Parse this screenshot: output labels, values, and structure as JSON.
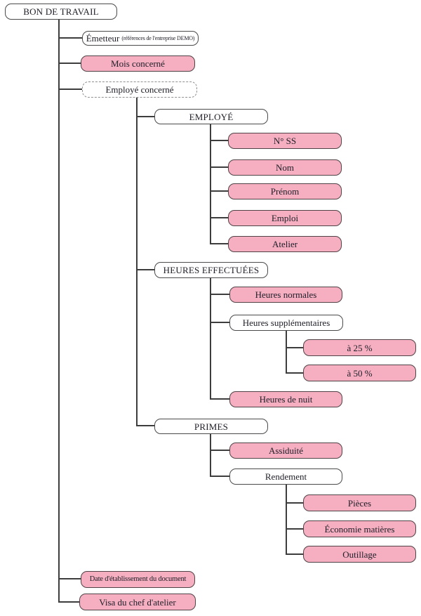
{
  "diagram": {
    "type": "tree",
    "colors": {
      "pink_fill": "#f6aec1",
      "box_border": "#4a4a4a",
      "line": "#3d3d3d"
    },
    "nodes": {
      "root": {
        "label": "BON DE TRAVAIL"
      },
      "emetteur": {
        "label": "Émetteur",
        "note": "(références de l'entreprise DEMO)"
      },
      "mois": {
        "label": "Mois concerné"
      },
      "employe_concerne": {
        "label": "Employé concerné"
      },
      "employe": {
        "label": "EMPLOYÉ"
      },
      "nss": {
        "label": "N° SS"
      },
      "nom": {
        "label": "Nom"
      },
      "prenom": {
        "label": "Prénom"
      },
      "emploi": {
        "label": "Emploi"
      },
      "atelier": {
        "label": "Atelier"
      },
      "heures_effectuees": {
        "label": "HEURES EFFECTUÉES"
      },
      "heures_normales": {
        "label": "Heures normales"
      },
      "heures_supplementaires": {
        "label": "Heures supplémentaires"
      },
      "taux_25": {
        "label": "à 25 %"
      },
      "taux_50": {
        "label": "à 50 %"
      },
      "heures_nuit": {
        "label": "Heures de nuit"
      },
      "primes": {
        "label": "PRIMES"
      },
      "assiduite": {
        "label": "Assiduité"
      },
      "rendement": {
        "label": "Rendement"
      },
      "pieces": {
        "label": "Pièces"
      },
      "economie_matieres": {
        "label": "Économie matières"
      },
      "outillage": {
        "label": "Outillage"
      },
      "date_etablissement": {
        "label": "Date d'établissement du document"
      },
      "visa": {
        "label": "Visa du chef d'atelier"
      }
    }
  }
}
